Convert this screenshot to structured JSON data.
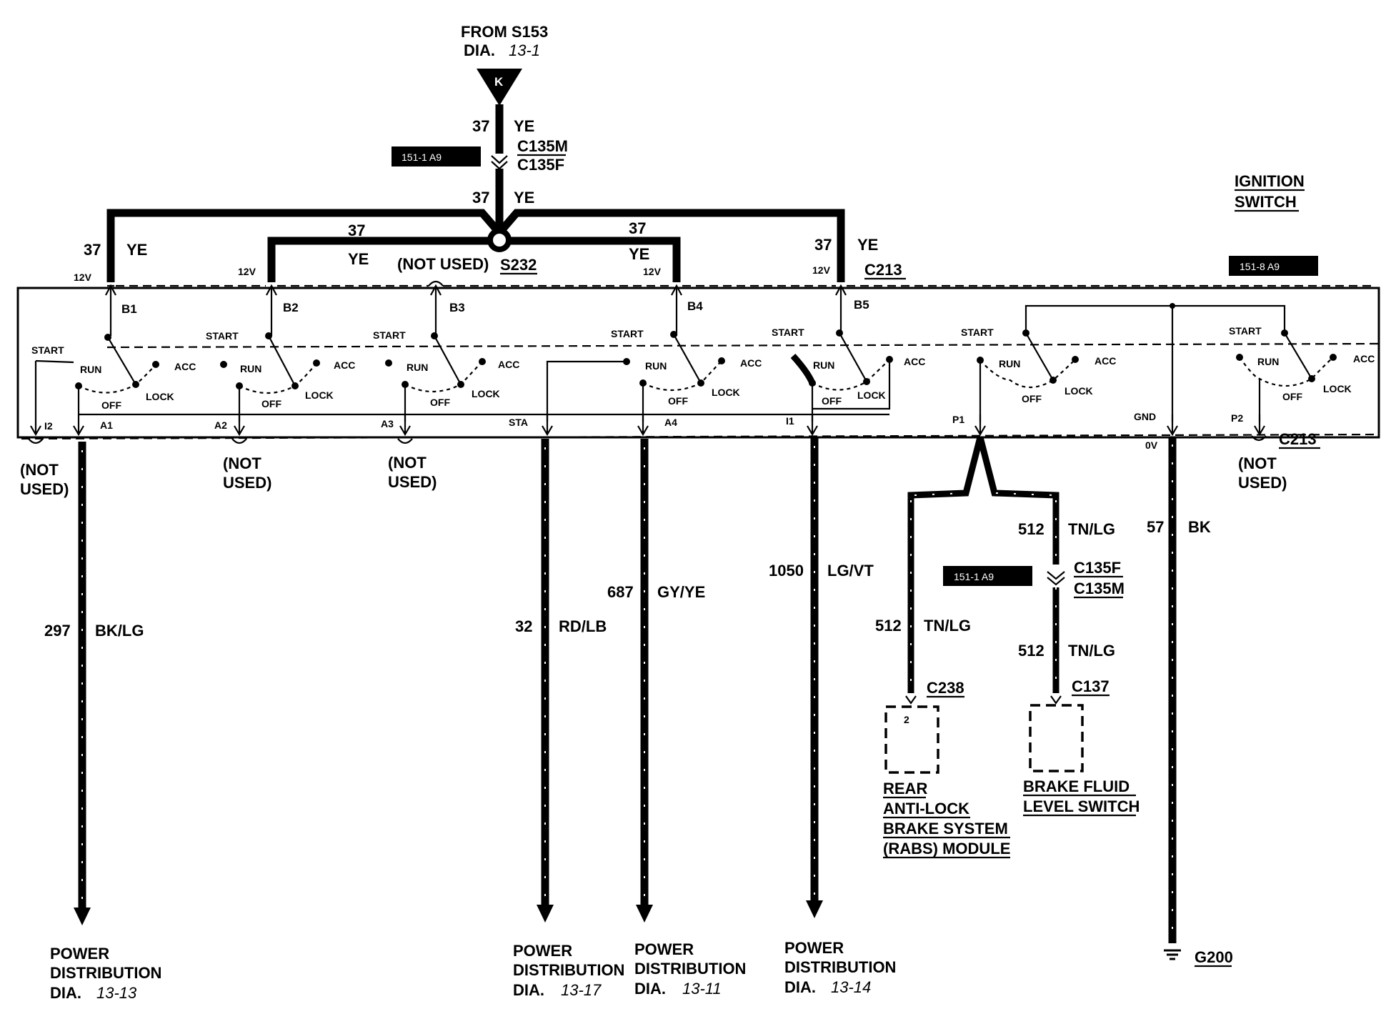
{
  "source": {
    "from": "FROM S153",
    "dia_prefix": "DIA.",
    "dia_num": "13-1",
    "pin": "K"
  },
  "top_wire": {
    "circuit": "37",
    "color": "YE",
    "conn_m": "C135M",
    "conn_f": "C135F",
    "locator": "151-1 A9"
  },
  "splice": {
    "id": "S232",
    "not_used": "(NOT USED)",
    "circuit": "37",
    "color": "YE"
  },
  "component": {
    "title_line1": "IGNITION",
    "title_line2": "SWITCH",
    "locator": "151-8 A9",
    "connector": "C213"
  },
  "voltage": "12V",
  "zero_volt": "0V",
  "switch_labels": {
    "start": "START",
    "run": "RUN",
    "acc": "ACC",
    "off": "OFF",
    "lock": "LOCK"
  },
  "pins_top": [
    "B1",
    "B2",
    "B3",
    "B4",
    "B5"
  ],
  "pins_bottom": [
    "I2",
    "A1",
    "A2",
    "A3",
    "STA",
    "A4",
    "I1",
    "P1",
    "GND",
    "P2"
  ],
  "not_used_line1": "(NOT",
  "not_used_line2": "USED)",
  "circuits": [
    {
      "circuit": "297",
      "color": "BK/LG",
      "dest1": "POWER",
      "dest2": "DISTRIBUTION",
      "dia_prefix": "DIA.",
      "dia_num": "13-13"
    },
    {
      "circuit": "32",
      "color": "RD/LB",
      "dest1": "POWER",
      "dest2": "DISTRIBUTION",
      "dia_prefix": "DIA.",
      "dia_num": "13-17"
    },
    {
      "circuit": "687",
      "color": "GY/YE",
      "dest1": "POWER",
      "dest2": "DISTRIBUTION",
      "dia_prefix": "DIA.",
      "dia_num": "13-11"
    },
    {
      "circuit": "1050",
      "color": "LG/VT",
      "dest1": "POWER",
      "dest2": "DISTRIBUTION",
      "dia_prefix": "DIA.",
      "dia_num": "13-14"
    }
  ],
  "brake": {
    "circuit": "512",
    "color": "TN/LG",
    "conn_f": "C135F",
    "conn_m": "C135M",
    "locator": "151-1 A9",
    "rabs_conn": "C238",
    "rabs_pin": "2",
    "rabs_line1": "REAR",
    "rabs_line2": "ANTI-LOCK",
    "rabs_line3": "BRAKE SYSTEM",
    "rabs_line4": "(RABS) MODULE",
    "fluid_conn": "C137",
    "fluid_line1": "BRAKE FLUID",
    "fluid_line2": "LEVEL SWITCH"
  },
  "ground": {
    "circuit": "57",
    "color": "BK",
    "id": "G200"
  }
}
